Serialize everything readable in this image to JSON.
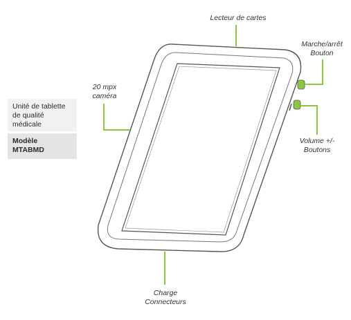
{
  "info": {
    "product_label": "Unité de tablette de qualité médicale",
    "model_label": "Modèle",
    "model_value": "MTABMD"
  },
  "callouts": {
    "card_reader": "Lecteur de cartes",
    "power": {
      "line1": "Marche/arrêt",
      "line2": "Bouton"
    },
    "camera": {
      "line1": "20 mpx",
      "line2": "caméra"
    },
    "volume": {
      "line1": "Volume +/-",
      "line2": "Boutons"
    },
    "charge": {
      "line1": "Charge",
      "line2": "Connecteurs"
    }
  },
  "colors": {
    "callout_line": "#8dc63f",
    "button_fill": "#8dc63f",
    "device_stroke": "#555555",
    "info_bg_light": "#f1f1f1",
    "info_bg_dark": "#e4e4e4"
  }
}
